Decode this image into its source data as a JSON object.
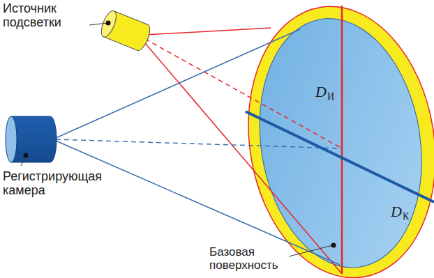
{
  "diagram": {
    "labels": [
      "Источник подсветки",
      "Регистрирующая камера",
      "D",
      "И",
      "D",
      "К",
      "Базовая поверхность"
    ]
  }
}
